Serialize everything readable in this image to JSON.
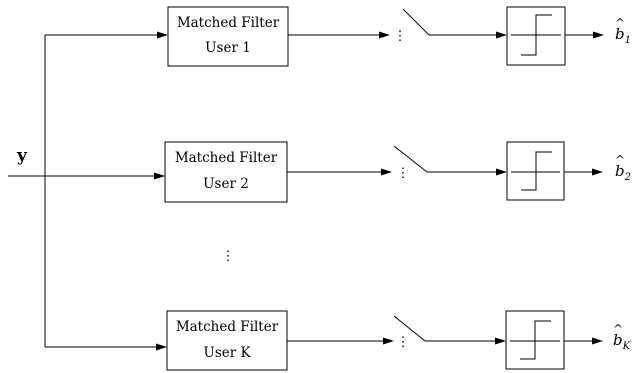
{
  "input": {
    "label": "y"
  },
  "branches": [
    {
      "filter_line1": "Matched Filter",
      "filter_line2": "User 1",
      "output_symbol": "b",
      "output_sub": "1"
    },
    {
      "filter_line1": "Matched Filter",
      "filter_line2": "User 2",
      "output_symbol": "b",
      "output_sub": "2"
    },
    {
      "filter_line1": "Matched Filter",
      "filter_line2": "User K",
      "output_symbol": "b",
      "output_sub": "K"
    }
  ],
  "ellipsis": "⋮"
}
